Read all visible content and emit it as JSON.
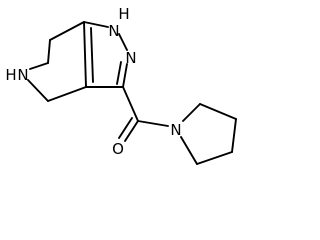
{
  "molecule": {
    "atoms": {
      "nh_pyrazole": "H",
      "n_pyrazole_nh": "N",
      "n_pyrazole": "N",
      "nh_piperidine_h": "H",
      "n_piperidine": "N",
      "o_carbonyl": "O",
      "n_pyrrolidine": "N"
    }
  }
}
